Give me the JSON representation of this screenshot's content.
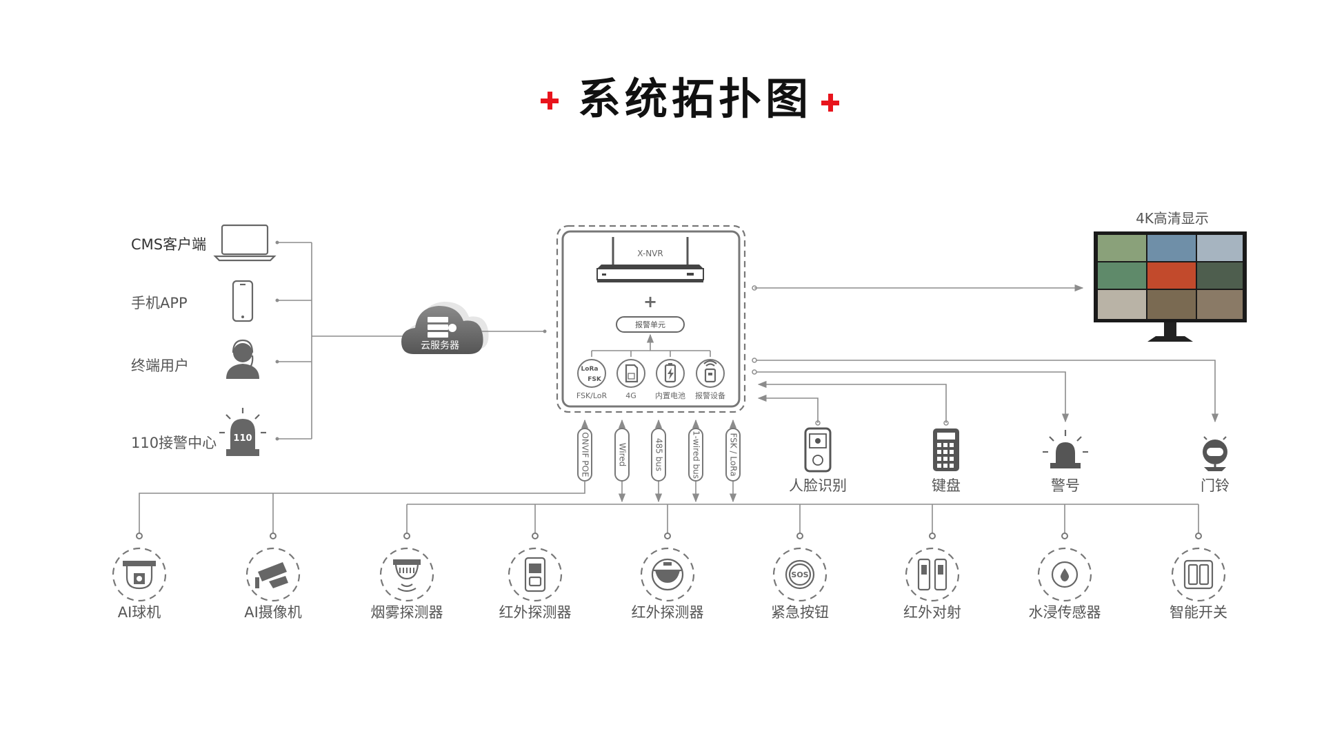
{
  "title": "系统拓扑图",
  "clients": [
    {
      "label": "CMS客户端",
      "icon": "laptop-icon"
    },
    {
      "label": "手机APP",
      "icon": "phone-icon"
    },
    {
      "label": "终端用户",
      "icon": "user-icon"
    },
    {
      "label": "110接警中心",
      "icon": "police-siren-icon",
      "badge": "110"
    }
  ],
  "cloud": {
    "label": "云服务器",
    "icon": "cloud-server-icon"
  },
  "nvr": {
    "name": "X-NVR",
    "plus": "+",
    "alarm_unit": "报警单元",
    "modules": [
      {
        "label": "FSK/LoR",
        "icon": "lora-icon",
        "badge_top": "LoRa",
        "badge_bottom": "FSK"
      },
      {
        "label": "4G",
        "icon": "sim-4g-icon"
      },
      {
        "label": "内置电池",
        "icon": "battery-icon"
      },
      {
        "label": "报警设备",
        "icon": "alarm-device-icon"
      }
    ]
  },
  "monitor": {
    "label": "4K高清显示",
    "icon": "monitor-icon"
  },
  "buses": [
    "ONVIF POE",
    "Wired",
    "485 bus",
    "1-wired bus",
    "FSK / LoRa"
  ],
  "right_devices": [
    {
      "label": "人脸识别",
      "icon": "face-recognition-icon"
    },
    {
      "label": "键盘",
      "icon": "keypad-icon"
    },
    {
      "label": "警号",
      "icon": "alarm-siren-icon"
    },
    {
      "label": "门铃",
      "icon": "doorbell-icon"
    }
  ],
  "devices": [
    {
      "label": "AI球机",
      "icon": "dome-camera-icon"
    },
    {
      "label": "AI摄像机",
      "icon": "bullet-camera-icon"
    },
    {
      "label": "烟雾探测器",
      "icon": "smoke-detector-icon"
    },
    {
      "label": "红外探测器",
      "icon": "pir-detector-icon"
    },
    {
      "label": "红外探测器",
      "icon": "ceiling-pir-icon"
    },
    {
      "label": "紧急按钮",
      "icon": "sos-button-icon",
      "badge": "SOS"
    },
    {
      "label": "红外对射",
      "icon": "ir-beam-icon"
    },
    {
      "label": "水浸传感器",
      "icon": "water-sensor-icon"
    },
    {
      "label": "智能开关",
      "icon": "smart-switch-icon"
    }
  ],
  "colors": {
    "accent": "#e8141c",
    "line": "#8c8c8c",
    "icon": "#666666",
    "text": "#555555"
  }
}
